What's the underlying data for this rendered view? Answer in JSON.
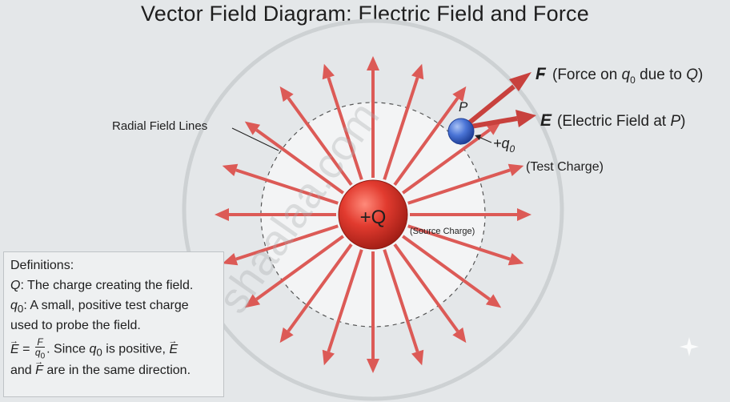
{
  "title": "Vector Field Diagram: Electric Field and Force",
  "labels": {
    "radial_field_lines": "Radial Field Lines",
    "source_charge": "+Q",
    "source_charge_note": "(Source Charge)",
    "point_p": "P",
    "test_charge_symbol": "+q",
    "test_charge_subscript": "0",
    "test_charge_note": "(Test Charge)",
    "force_symbol": "F",
    "force_text_1": "(Force on ",
    "force_q": "q",
    "force_q_sub": "0",
    "force_text_2": " due to ",
    "force_Q": "Q",
    "force_text_3": ")",
    "field_symbol": "E",
    "field_text_1": "(Electric Field at ",
    "field_P": "P",
    "field_text_2": ")"
  },
  "definitions": {
    "heading": "Definitions:",
    "q_symbol": "Q",
    "q_text": ": The charge creating the field.",
    "q0_symbol": "q",
    "q0_sub": "0",
    "q0_text": ": A small, positive test charge used to probe the field.",
    "eq_E": "E",
    "eq_equals": " = ",
    "eq_num": "F",
    "eq_den": "q",
    "eq_den_sub": "0",
    "eq_text_1": ". Since ",
    "eq_q": "q",
    "eq_q_sub": "0",
    "eq_text_2": " is positive, ",
    "eq_E2": "E",
    "eq_text_3": "and ",
    "eq_F": "F",
    "eq_text_4": " are in the same direction."
  },
  "watermark": "shaalaa.com",
  "colors": {
    "arrow": "#dc5a56",
    "arrow_dark": "#c8413d",
    "source_charge": "#e23b2f",
    "test_charge": "#3f6bd0",
    "background": "#e4e7e9"
  },
  "field_line_count": 20
}
